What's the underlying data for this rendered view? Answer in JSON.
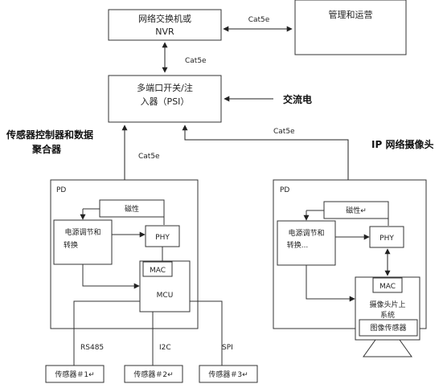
{
  "nodes": {
    "switch_nvr_line1": "网络交换机或",
    "switch_nvr_line2": "NVR",
    "management": "管理和运营",
    "psi_line1": "多端口开关/注",
    "psi_line2": "入器（PSI）",
    "ac_power": "交流电",
    "sensor_title_line1": "传感器控制器和数据",
    "sensor_title_line2": "聚合器",
    "camera_title": "IP 网络摄像头"
  },
  "cables": {
    "top_link": "Cat5e",
    "switch_to_psi": "Cat5e",
    "psi_to_left_pd": "Cat5e",
    "psi_to_right_pd": "Cat5e"
  },
  "left_pd": {
    "label": "PD",
    "magnetics": "磁性",
    "power_conv_line1": "电源调节和",
    "power_conv_line2": "转换",
    "phy": "PHY",
    "mac": "MAC",
    "mcu": "MCU",
    "bus_rs485": "RS485",
    "bus_i2c": "I2C",
    "bus_spi": "SPI",
    "sensor1": "传感器＃1↵",
    "sensor2": "传感器＃2↵",
    "sensor3": "传感器＃3↵"
  },
  "right_pd": {
    "label": "PD",
    "magnetics": "磁性↵",
    "power_conv_line1": "电源调节和",
    "power_conv_line2": "转换...",
    "phy": "PHY",
    "mac": "MAC",
    "soc_line1": "摄像头片上",
    "soc_line2": "系统",
    "image_sensor": "图像传感器"
  }
}
